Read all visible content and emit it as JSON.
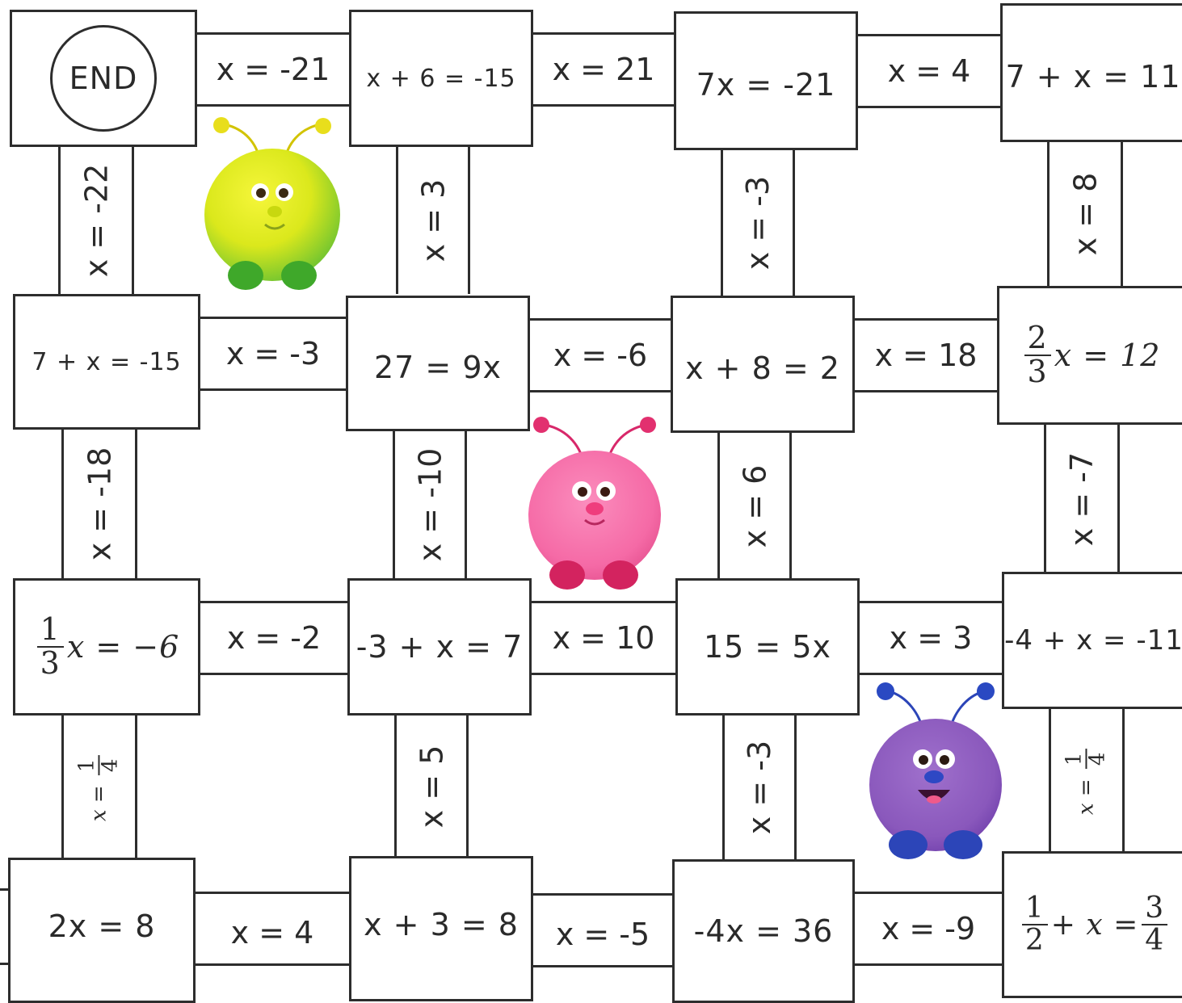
{
  "end_label": "END",
  "boxes": {
    "r1c2": "x + 6 = -15",
    "r1c3": "7x = -21",
    "r1c4": "7 + x = 11",
    "r2c1": "7 + x = -15",
    "r2c2": "27 = 9x",
    "r2c3": "x + 8 = 2",
    "r2c4": {
      "num": "2",
      "den": "3",
      "rest": "x = 12"
    },
    "r3c1": {
      "num": "1",
      "den": "3",
      "rest": "x = −6"
    },
    "r3c2": "-3 + x = 7",
    "r3c3": "15 = 5x",
    "r3c4": "-4 + x = -11",
    "r4c1": "2x = 8",
    "r4c2": "x + 3 = 8",
    "r4c3": "-4x = 36",
    "r4c4": {
      "num1": "1",
      "den1": "2",
      "mid": "+ x =",
      "num2": "3",
      "den2": "4"
    }
  },
  "hbars": {
    "r1": [
      "x = -21",
      "x = 21",
      "x = 4"
    ],
    "r2": [
      "x = -3",
      "x = -6",
      "x = 18"
    ],
    "r3": [
      "x = -2",
      "x = 10",
      "x = 3"
    ],
    "r4": [
      "x = 4",
      "x = -5",
      "x = -9"
    ]
  },
  "vbars": {
    "r12": [
      "x = -22",
      "x = 3",
      "x = -3",
      "x = 8"
    ],
    "r23": [
      "x = -18",
      "x = -10",
      "x = 6",
      "x = -7"
    ],
    "r34": [
      {
        "pre": "x =",
        "num": "1",
        "den": "4"
      },
      "x = 5",
      "x = -3",
      {
        "pre": "x =",
        "num": "1",
        "den": "4"
      }
    ]
  },
  "monsters": [
    {
      "name": "yellow-monster",
      "fur": "#e4ee1a",
      "fur2": "#6cc331",
      "feet": "#3fa82a"
    },
    {
      "name": "pink-monster",
      "fur": "#f56aa6",
      "fur2": "#ef5f9d",
      "feet": "#d3235f"
    },
    {
      "name": "purple-monster",
      "fur": "#8a58bc",
      "fur2": "#6e3fae",
      "feet": "#2c45b8"
    }
  ]
}
